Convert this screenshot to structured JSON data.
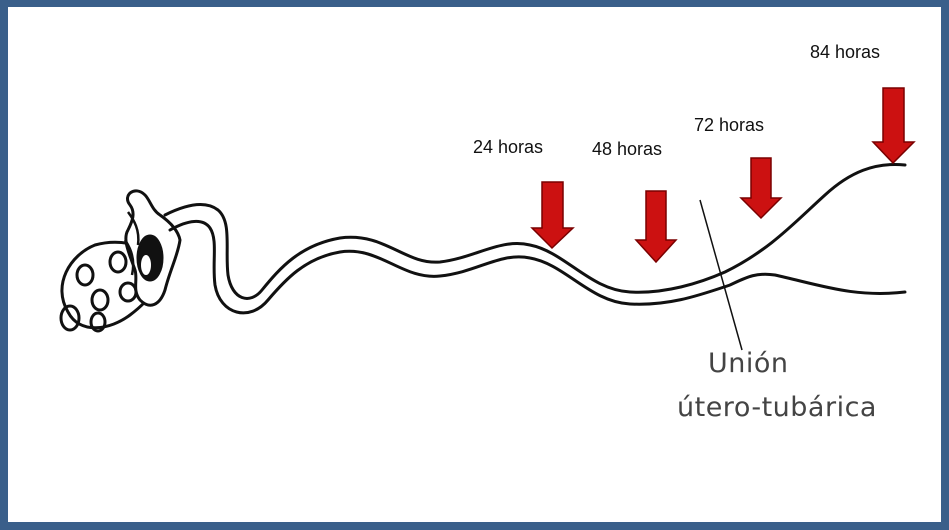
{
  "labels": {
    "h24": "24 horas",
    "h48": "48 horas",
    "h72": "72 horas",
    "h84": "84 horas"
  },
  "junction": {
    "line1": "Unión",
    "line2": "útero-tubárica"
  },
  "colors": {
    "frame": "#3a5f8a",
    "arrow": "#cc1111",
    "arrow_outline": "#7a0000",
    "outline": "#111111"
  }
}
